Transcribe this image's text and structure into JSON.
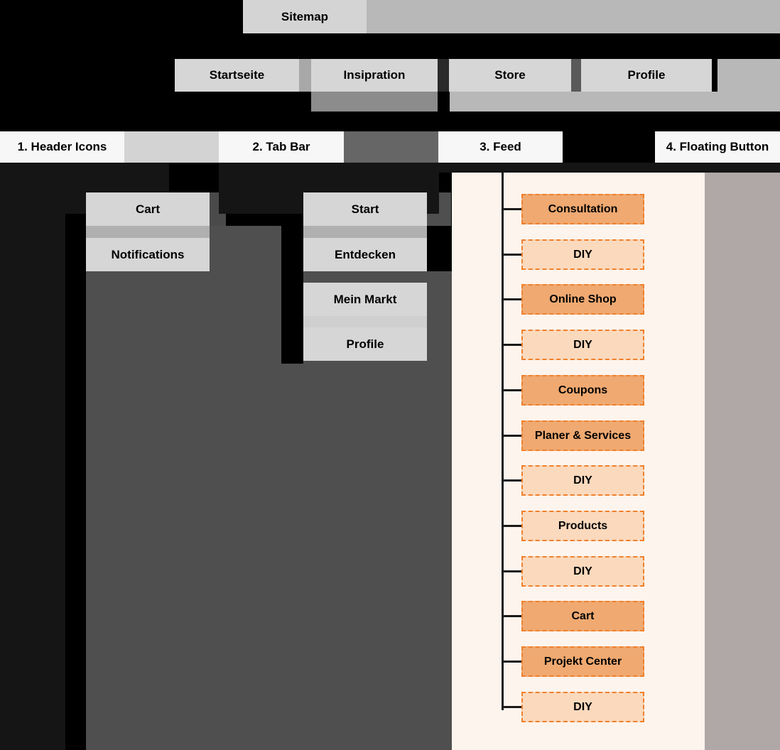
{
  "title": "Sitemap",
  "header": {
    "sitemap_label": "Sitemap"
  },
  "nav_row": {
    "items": [
      {
        "label": "Startseite"
      },
      {
        "label": "Insipration"
      },
      {
        "label": "Store"
      },
      {
        "label": "Profile"
      }
    ]
  },
  "legend": {
    "items": [
      {
        "label": "1. Header Icons"
      },
      {
        "label": "2. Tab Bar"
      },
      {
        "label": "3. Feed"
      },
      {
        "label": "4. Floating Button"
      }
    ]
  },
  "header_icons": {
    "items": [
      {
        "label": "Cart"
      },
      {
        "label": "Notifications"
      }
    ]
  },
  "tab_bar": {
    "items": [
      {
        "label": "Start"
      },
      {
        "label": "Entdecken"
      },
      {
        "label": "Mein Markt"
      },
      {
        "label": "Profile"
      }
    ]
  },
  "feed": {
    "items": [
      {
        "label": "Consultation",
        "style": "solid"
      },
      {
        "label": "DIY",
        "style": "hollow"
      },
      {
        "label": "Online Shop",
        "style": "solid"
      },
      {
        "label": "DIY",
        "style": "hollow"
      },
      {
        "label": "Coupons",
        "style": "solid"
      },
      {
        "label": "Planer & Services",
        "style": "solid"
      },
      {
        "label": "DIY",
        "style": "hollow"
      },
      {
        "label": "Products",
        "style": "hollow"
      },
      {
        "label": "DIY",
        "style": "hollow"
      },
      {
        "label": "Cart",
        "style": "solid"
      },
      {
        "label": "Projekt Center",
        "style": "solid"
      },
      {
        "label": "DIY",
        "style": "hollow"
      }
    ]
  },
  "colors": {
    "background": "#000000",
    "card": "#d6d6d6",
    "card_white": "#f7f7f7",
    "feed_panel": "#fdf4ed",
    "feed_solid": "#efa971",
    "feed_hollow": "#fbd9bd",
    "feed_border": "#f0802b",
    "dark_gray": "#4f4f4f",
    "mid_gray": "#b8b8b8",
    "near_black": "#151515",
    "mauve_gray": "#b0a8a6"
  }
}
